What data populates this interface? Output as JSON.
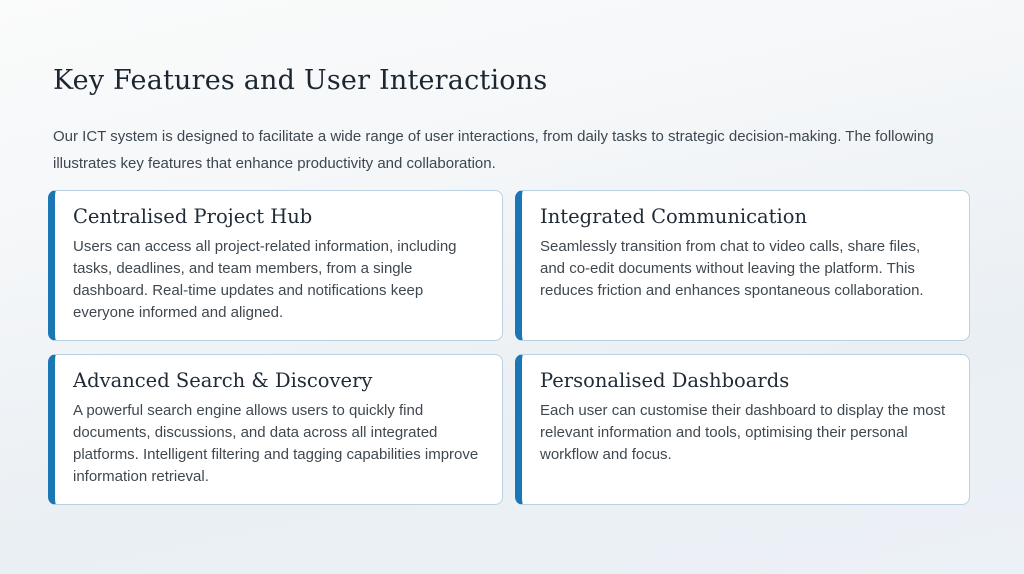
{
  "page": {
    "title": "Key Features and User Interactions",
    "intro": "Our ICT system is designed to facilitate a wide range of user interactions, from daily tasks to strategic decision-making. The following illustrates key features that enhance productivity and collaboration."
  },
  "cards": [
    {
      "title": "Centralised Project Hub",
      "body": "Users can access all project-related information, including tasks, deadlines, and team members, from a single dashboard. Real-time updates and notifications keep everyone informed and aligned."
    },
    {
      "title": "Integrated Communication",
      "body": "Seamlessly transition from chat to video calls, share files, and co-edit documents without leaving the platform. This reduces friction and enhances spontaneous collaboration."
    },
    {
      "title": "Advanced Search & Discovery",
      "body": "A powerful search engine allows users to quickly find documents, discussions, and data across all integrated platforms. Intelligent filtering and tagging capabilities improve information retrieval."
    },
    {
      "title": "Personalised Dashboards",
      "body": "Each user can customise their dashboard to display the most relevant information and tools, optimising their personal workflow and focus."
    }
  ],
  "colors": {
    "accent_bar": "#1b76b4",
    "card_border": "#b9d1e0",
    "card_background": "#ffffff",
    "heading_text": "#1c2630",
    "body_text": "#40484f",
    "background_top": "#fafbfb",
    "background_bottom": "#ecf1f7"
  }
}
